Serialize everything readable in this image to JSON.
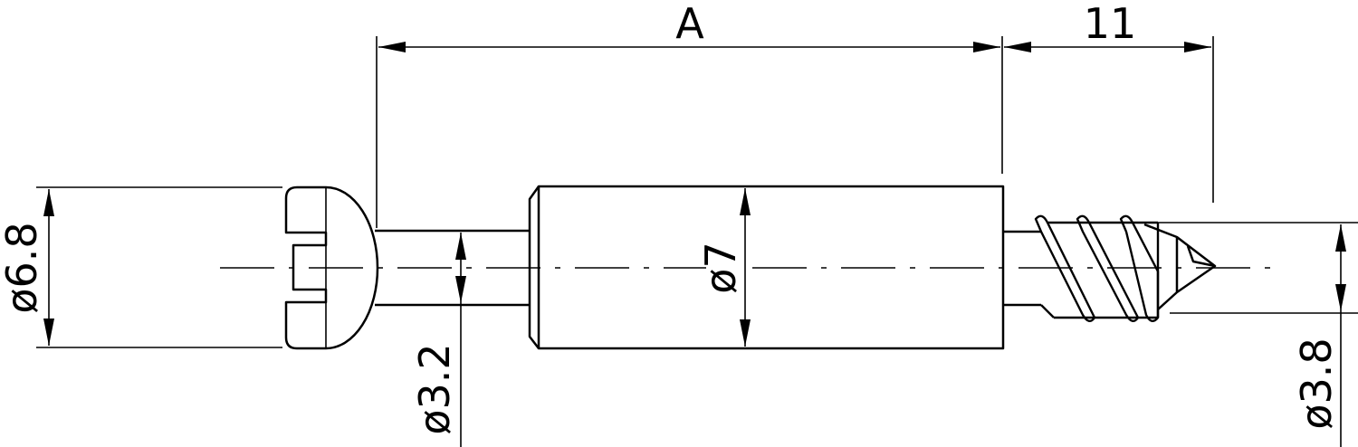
{
  "drawing": {
    "labels": {
      "length_a": "A",
      "thread_length": "11",
      "head_diameter": "ø6.8",
      "neck_diameter": "ø3.2",
      "body_diameter": "ø7",
      "thread_diameter": "ø3.8"
    },
    "line_color": "#000000",
    "background": "#ffffff"
  }
}
